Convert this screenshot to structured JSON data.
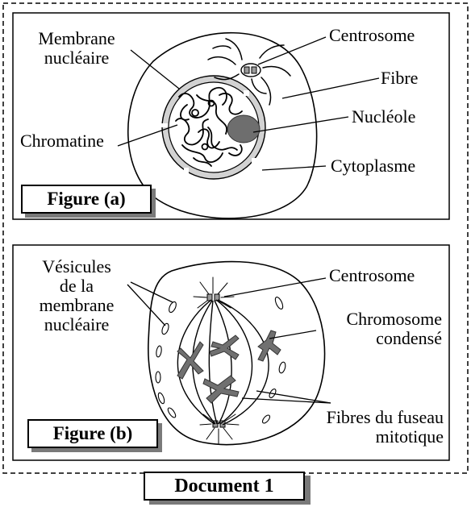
{
  "figure_a": {
    "caption": "Figure (a)",
    "labels": {
      "membrane_line1": "Membrane",
      "membrane_line2": "nucléaire",
      "centrosome": "Centrosome",
      "fibre": "Fibre",
      "nucleole": "Nucléole",
      "chromatine": "Chromatine",
      "cytoplasme": "Cytoplasme"
    }
  },
  "figure_b": {
    "caption": "Figure (b)",
    "labels": {
      "vesicules_line1": "Vésicules",
      "vesicules_line2": "de la",
      "vesicules_line3": "membrane",
      "vesicules_line4": "nucléaire",
      "centrosome": "Centrosome",
      "chromosome_line1": "Chromosome",
      "chromosome_line2": "condensé",
      "fibres_line1": "Fibres du fuseau",
      "fibres_line2": "mitotique"
    }
  },
  "document_title": "Document 1",
  "colors": {
    "nucleolus": "#6e6e6e",
    "chromosome": "#707070",
    "envelope": "#c8c8c8",
    "shadow": "#7a7a7a"
  }
}
